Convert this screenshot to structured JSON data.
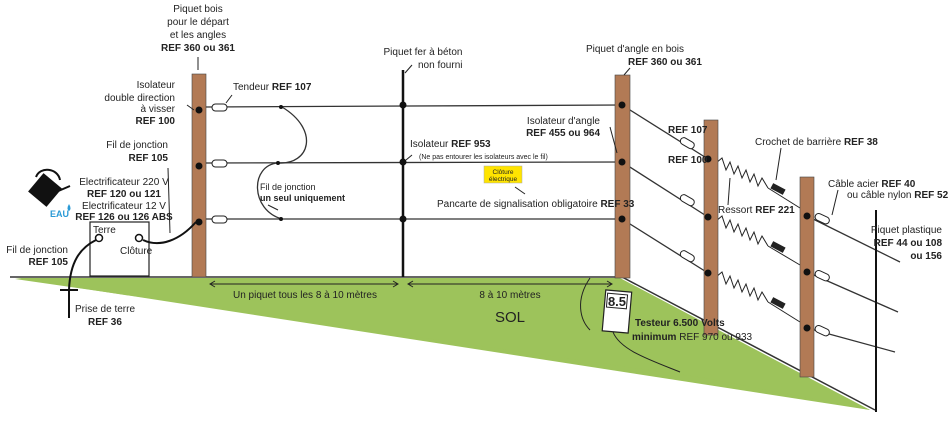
{
  "colors": {
    "ground": "#9dc35b",
    "wood_post": "#b27a55",
    "sign": "#ffe400",
    "water": "#2a9ad6"
  },
  "labels": {
    "piquet_bois": [
      "Piquet bois",
      "pour le départ",
      "et les angles",
      "REF 360 ou 361"
    ],
    "isolateur_double": [
      "Isolateur",
      "double direction",
      "à visser",
      "REF 100"
    ],
    "tendeur": [
      "Tendeur ",
      "REF 107"
    ],
    "fil_jonction_top": [
      "Fil de jonction",
      "REF 105"
    ],
    "electrificateur": [
      "Electrificateur 220 V",
      "REF 120 ou 121",
      "Electrificateur 12 V",
      "REF 126 ou 126 ABS"
    ],
    "eau": "EAU",
    "terre": "Terre",
    "cloture": "Clôture",
    "fil_jonction_left": [
      "Fil de jonction",
      "REF 105"
    ],
    "prise_terre": [
      "Prise de terre",
      "REF 36"
    ],
    "fil_jonction_unique": [
      "Fil de jonction",
      "un seul uniquement"
    ],
    "piquet_fer": [
      "Piquet fer à béton",
      "non fourni"
    ],
    "isolateur_953": [
      "Isolateur ",
      "REF 953",
      "(Ne pas entourer les isolateurs avec le fil)"
    ],
    "sign_text": [
      "Clôture",
      "électrique"
    ],
    "pancarte": [
      "Pancarte de signalisation obligatoire ",
      "REF 33"
    ],
    "piquet_angle": [
      "Piquet d'angle en bois",
      "REF 360 ou 361"
    ],
    "isolateur_angle": [
      "Isolateur d'angle",
      "REF 455 ou 964"
    ],
    "ref107": "REF 107",
    "ref100": "REF 100",
    "ressort": [
      "Ressort ",
      "REF 221"
    ],
    "crochet": [
      "Crochet de barrière ",
      "REF 38"
    ],
    "cable": [
      "Câble acier ",
      "REF 40",
      "ou câble nylon ",
      "REF 52"
    ],
    "piquet_plastique": [
      "Piquet plastique",
      "REF 44 ou 108",
      "ou 156"
    ],
    "spacing_left": "Un piquet tous les 8 à 10 mètres",
    "spacing_right": "8 à 10 mètres",
    "sol": "SOL",
    "tester_value": "8.5",
    "testeur": [
      "Testeur 6.500 Volts",
      "minimum ",
      "REF 970 ou 933"
    ]
  }
}
